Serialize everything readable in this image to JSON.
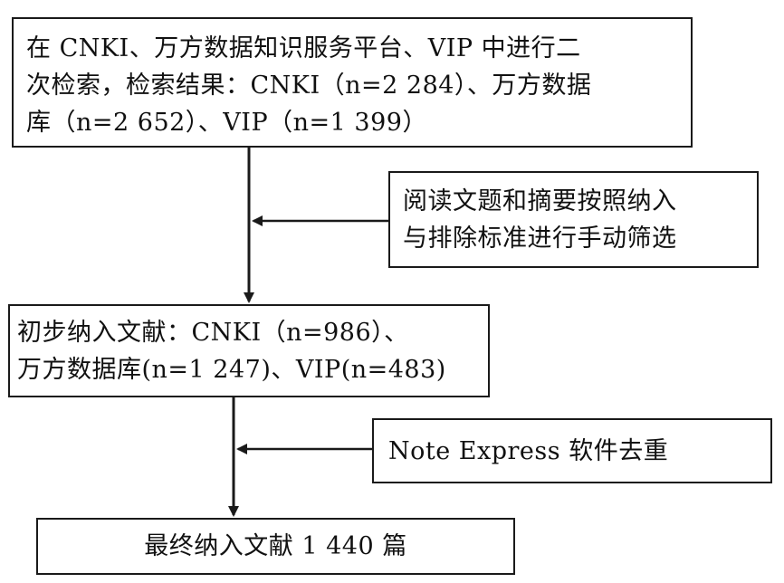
{
  "boxes": {
    "search": {
      "line1": "在 CNKI、万方数据知识服务平台、VIP 中进行二",
      "line2": "次检索，检索结果：CNKI（n=2 284）、万方数据",
      "line3": "库（n=2 652）、VIP（n=1 399）"
    },
    "screening": {
      "line1": "阅读文题和摘要按照纳入",
      "line2": "与排除标准进行手动筛选"
    },
    "initial_inclusion": {
      "line1": "初步纳入文献：CNKI（n=986）、",
      "line2": "万方数据库(n=1 247)、VIP(n=483)"
    },
    "dedup": {
      "label": "Note Express 软件去重"
    },
    "final": {
      "label": "最终纳入文献 1 440 篇"
    }
  },
  "colors": {
    "line": "#1a1a1a",
    "text": "#111111",
    "background": "#ffffff"
  }
}
